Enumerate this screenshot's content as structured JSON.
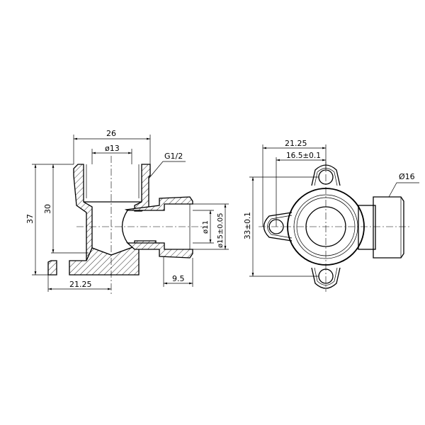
{
  "drawing": {
    "section_view": {
      "dim_width_top": "26",
      "dim_bore": "ø13",
      "thread_label": "G1/2",
      "dim_height_total": "37",
      "dim_height_inner": "30",
      "dim_base_offset": "21.25",
      "dim_outlet_length": "9.5",
      "dim_outlet_bore": "ø11",
      "dim_outlet_outer": "ø15±0.05"
    },
    "side_view": {
      "dim_hole_offset": "21.25",
      "dim_hole_offset_tol": "16.5±0.1",
      "dim_hole_spacing": "33±0.1",
      "dim_outlet_dia": "Ø16"
    }
  }
}
